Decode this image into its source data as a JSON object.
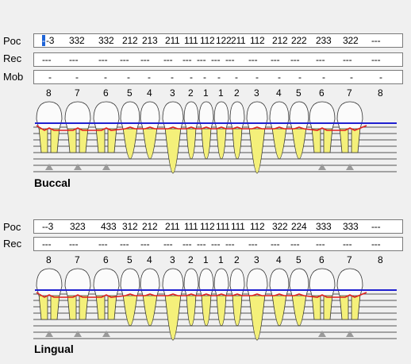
{
  "buccal": {
    "title": "Buccal",
    "poc_label": "Poc",
    "rec_label": "Rec",
    "mob_label": "Mob",
    "poc": [
      "-",
      "-3",
      "332",
      "332",
      "212",
      "213",
      "211",
      "111",
      "112",
      "122",
      "211",
      "112",
      "212",
      "222",
      "233",
      "322",
      "---"
    ],
    "rec": [
      "---",
      "---",
      "---",
      "---",
      "---",
      "---",
      "---",
      "---",
      "---",
      "---",
      "---",
      "---",
      "---",
      "---",
      "---",
      "---"
    ],
    "mob": [
      "-",
      "-",
      "-",
      "-",
      "-",
      "-",
      "-",
      "-",
      "-",
      "-",
      "-",
      "-",
      "-",
      "-",
      "-",
      "-"
    ]
  },
  "lingual": {
    "title": "Lingual",
    "poc_label": "Poc",
    "rec_label": "Rec",
    "poc": [
      "--3",
      "323",
      "433",
      "312",
      "212",
      "211",
      "111",
      "112",
      "111",
      "111",
      "112",
      "322",
      "224",
      "333",
      "333",
      "---"
    ],
    "rec": [
      "---",
      "---",
      "---",
      "---",
      "---",
      "---",
      "---",
      "---",
      "---",
      "---",
      "---",
      "---",
      "---",
      "---",
      "---",
      "---"
    ]
  },
  "tooth_numbers": [
    "8",
    "7",
    "6",
    "5",
    "4",
    "3",
    "2",
    "1",
    "1",
    "2",
    "3",
    "4",
    "5",
    "6",
    "7",
    "8"
  ],
  "colors": {
    "tooth": "#fbfbfb",
    "root": "#f4f07a",
    "red_line": "#e02020",
    "blue_line": "#2020d0",
    "furcation": "#9a9a9a"
  }
}
